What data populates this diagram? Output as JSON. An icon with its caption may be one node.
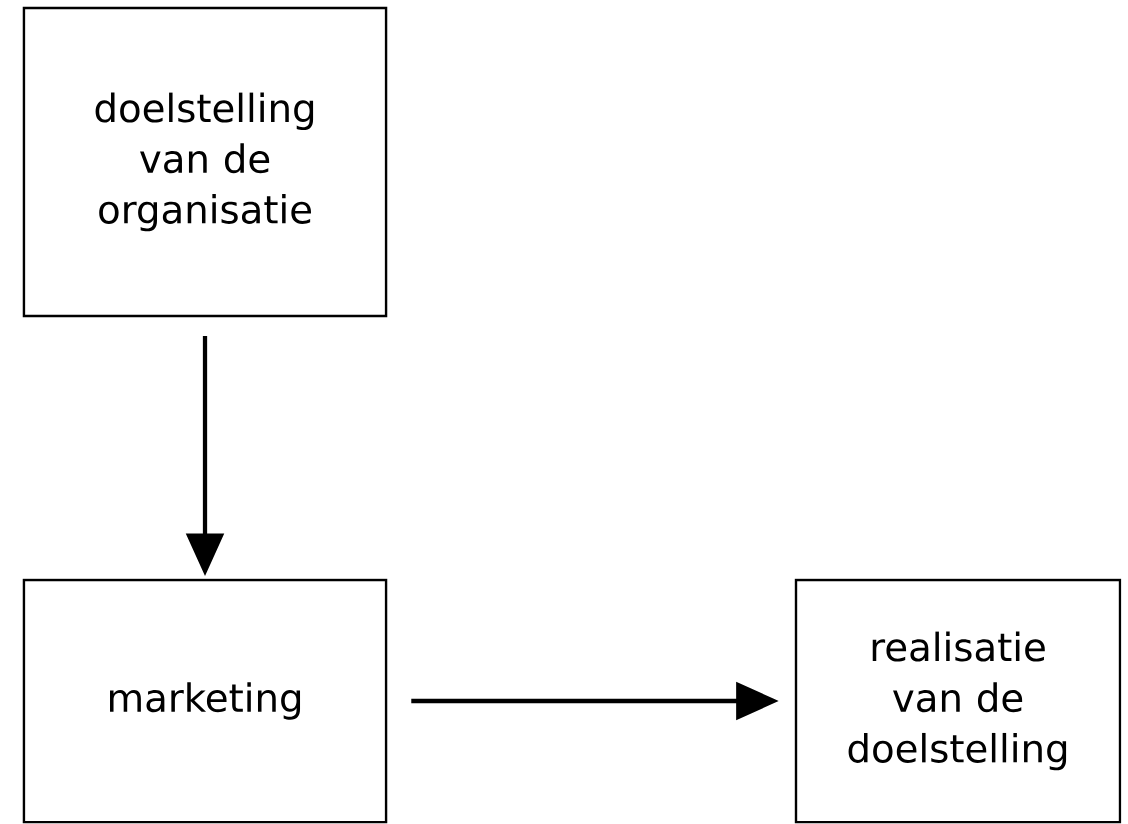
{
  "diagram": {
    "nodes": [
      {
        "text": [
          "doelstelling van de organisatie"
        ]
      },
      {
        "text": [
          "marketing"
        ]
      },
      {
        "text": [
          "realisatie van de doelstelling"
        ]
      }
    ],
    "edges": [
      {
        "from": 0,
        "to": 1,
        "arrow": "to"
      },
      {
        "from": 1,
        "to": 2,
        "arrow": "to"
      }
    ]
  }
}
